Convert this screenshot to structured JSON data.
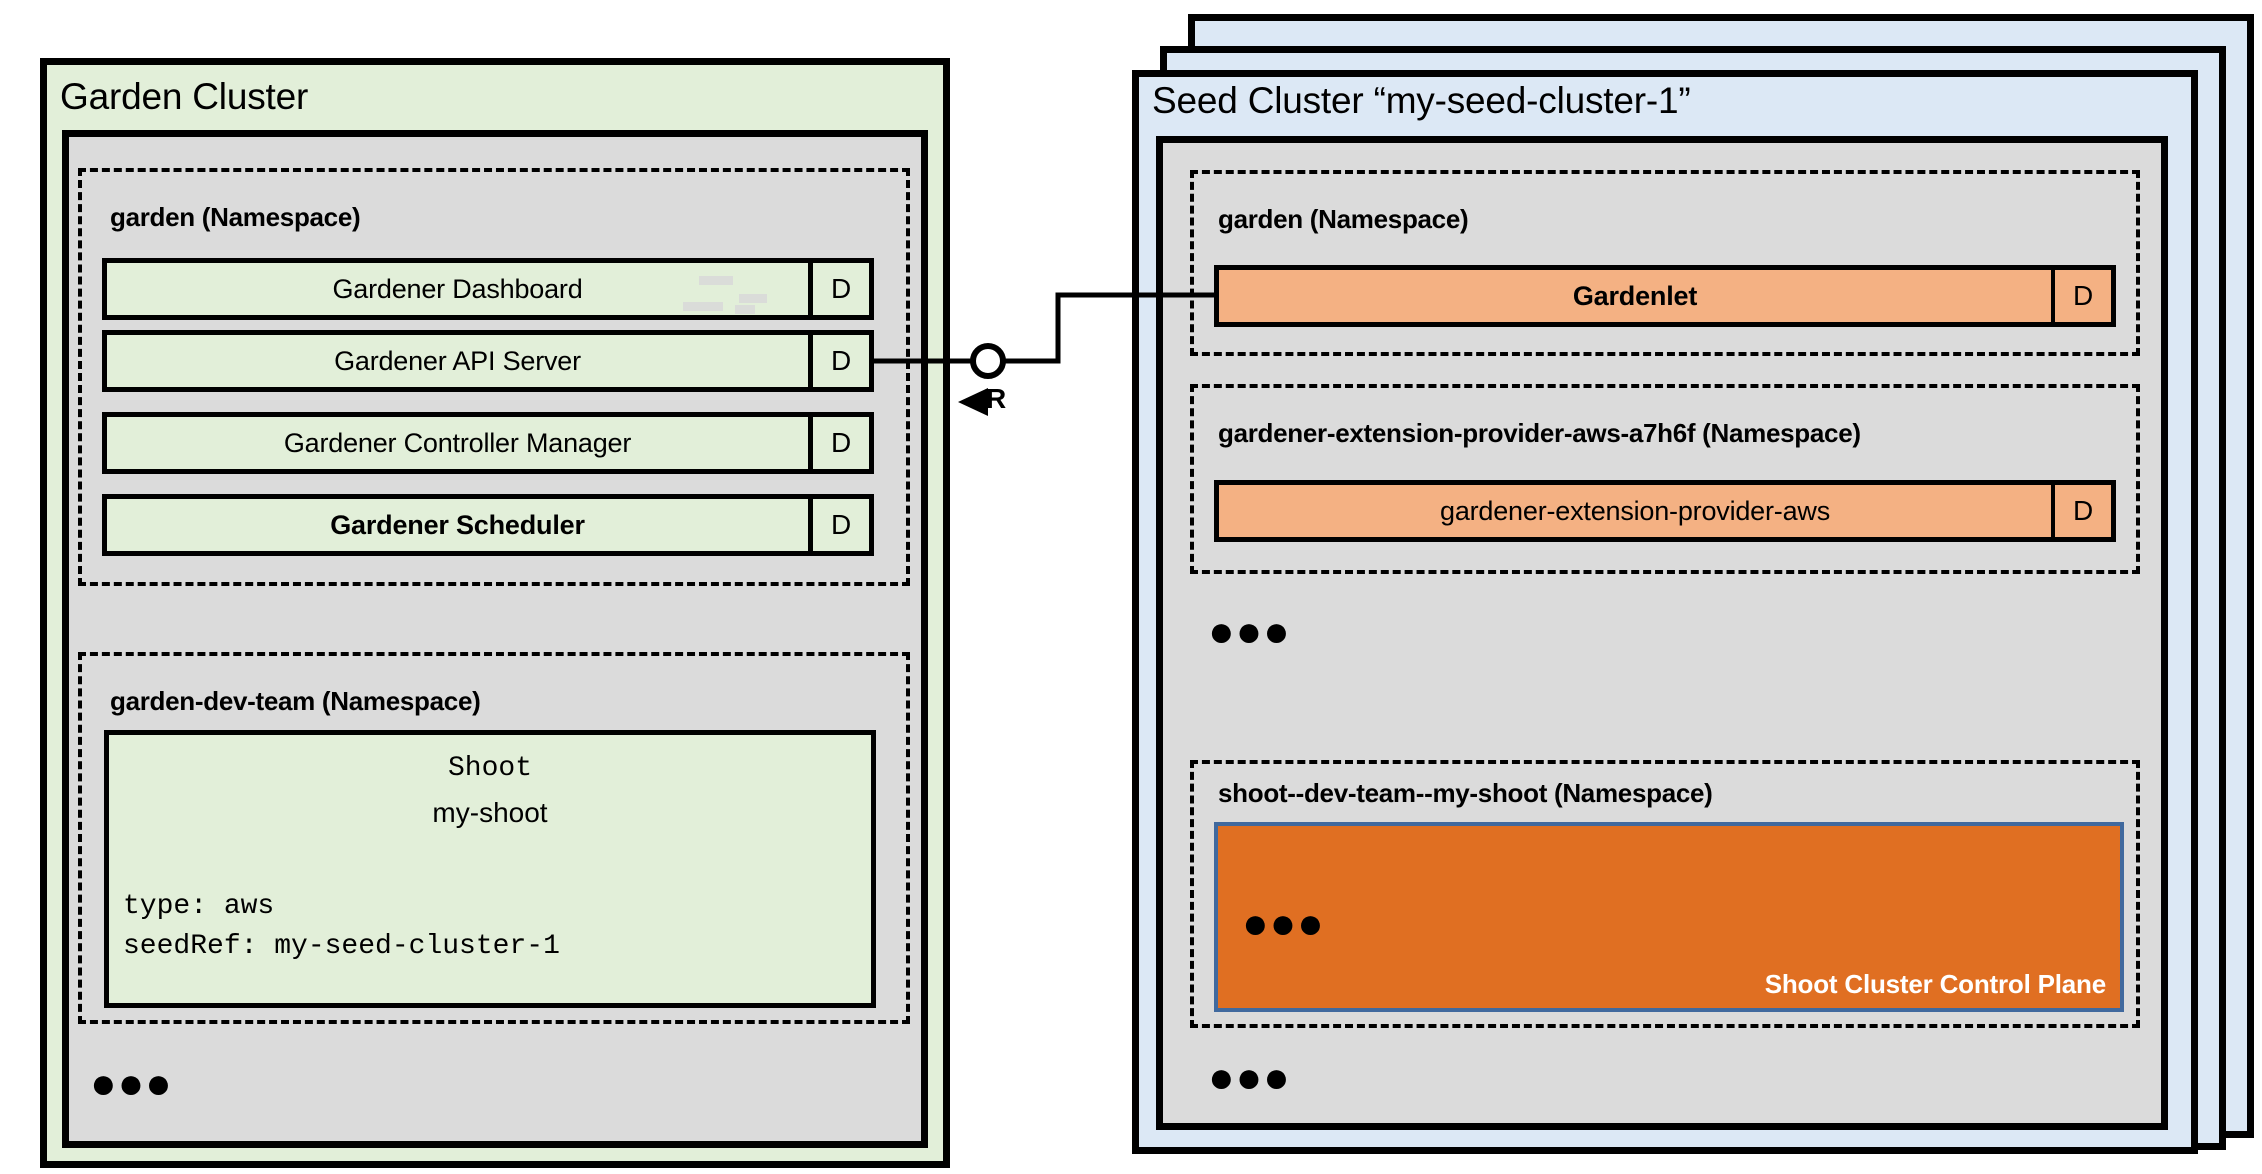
{
  "diagram": {
    "title_left": "Garden Cluster",
    "title_right": "Seed Cluster “my-seed-cluster-1”",
    "colors": {
      "green_fill": "#E2EFD9",
      "blue_fill": "#DCE8F5",
      "grey_fill": "#DBDBDB",
      "orange_light": "#F4B183",
      "orange_dark": "#E06F22",
      "control_plane_border": "#40699E",
      "stroke": "#000000"
    }
  },
  "garden_cluster": {
    "title": "Garden Cluster",
    "namespaces": [
      {
        "name": "garden (Namespace)",
        "components": [
          {
            "label": "Gardener Dashboard",
            "badge": "D",
            "bold": false
          },
          {
            "label": "Gardener API Server",
            "badge": "D",
            "bold": false
          },
          {
            "label": "Gardener Controller Manager",
            "badge": "D",
            "bold": false
          },
          {
            "label": "Gardener Scheduler",
            "badge": "D",
            "bold": true
          }
        ]
      },
      {
        "name": "garden-dev-team (Namespace)",
        "shoot_resource": {
          "kind": "Shoot",
          "name": "my-shoot",
          "spec_lines": "type: aws\nseedRef: my-seed-cluster-1"
        }
      }
    ],
    "more_indicator": "●●●"
  },
  "seed_cluster": {
    "title": "Seed Cluster “my-seed-cluster-1”",
    "namespaces": [
      {
        "name": "garden (Namespace)",
        "components": [
          {
            "label": "Gardenlet",
            "badge": "D",
            "bold": true
          }
        ]
      },
      {
        "name": "gardener-extension-provider-aws-a7h6f (Namespace)",
        "components": [
          {
            "label": "gardener-extension-provider-aws",
            "badge": "D",
            "bold": false
          }
        ]
      },
      {
        "name": "shoot--dev-team--my-shoot (Namespace)",
        "control_plane": {
          "label": "Shoot Cluster Control Plane",
          "more_indicator": "●●●"
        }
      }
    ],
    "more_indicator_middle": "●●●",
    "more_indicator_bottom": "●●●"
  },
  "connection": {
    "label": "R",
    "from": "Gardener API Server",
    "to": "Gardenlet"
  }
}
